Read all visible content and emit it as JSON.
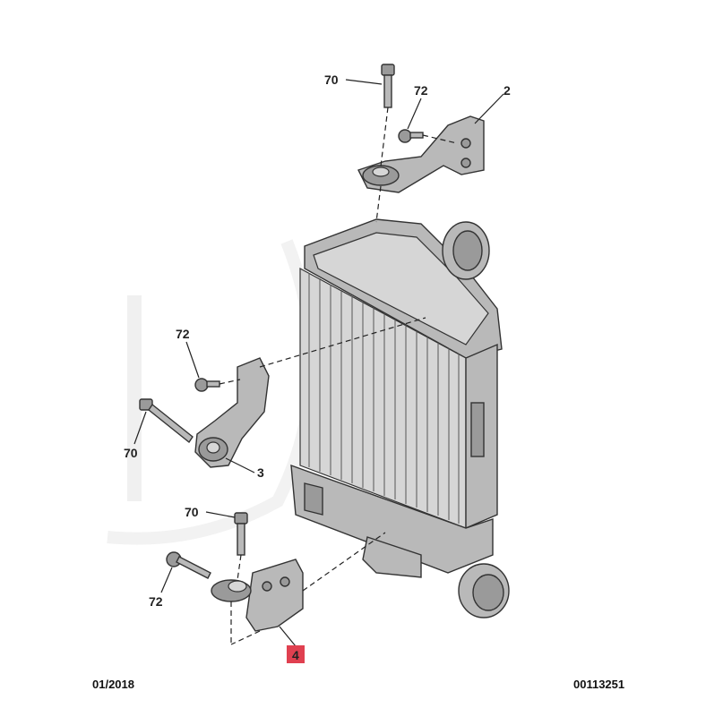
{
  "callouts": {
    "bolt_top": "70",
    "screw_top": "72",
    "bracket_top": "2",
    "screw_left": "72",
    "bolt_left": "70",
    "bracket_left": "3",
    "bolt_bottom": "70",
    "screw_bottom": "72",
    "bracket_bottom": "4"
  },
  "footer": {
    "date": "01/2018",
    "reference": "00113251"
  },
  "colors": {
    "highlight_label": "#e04050",
    "part_fill": "#b9b9b9",
    "watermark": "#e6e6e6"
  }
}
